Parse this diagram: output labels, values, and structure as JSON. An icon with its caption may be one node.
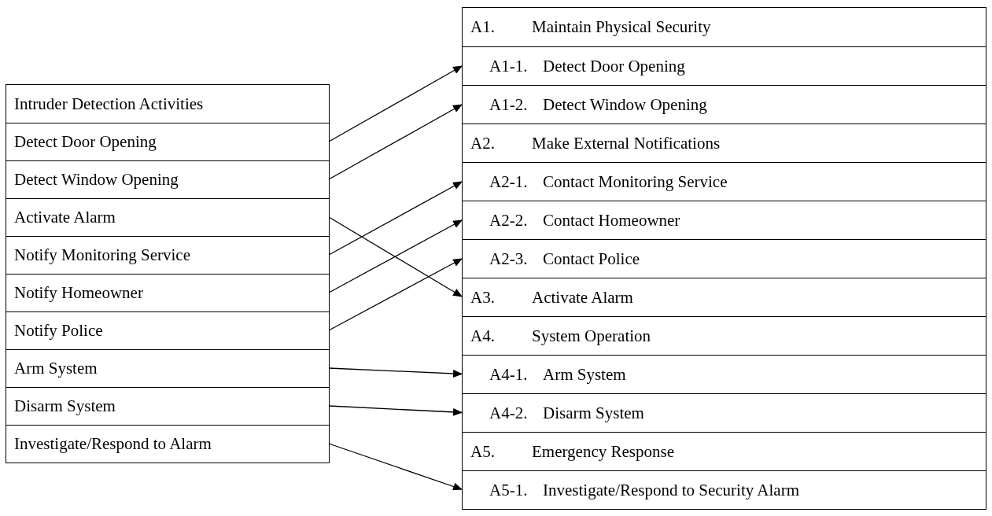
{
  "diagram": {
    "nodes": [
      {
        "text": [
          "Intruder Detection Activities"
        ]
      },
      {
        "text": [
          "Detect Door Opening"
        ]
      },
      {
        "text": [
          "Detect Window Opening"
        ]
      },
      {
        "text": [
          "Activate Alarm"
        ]
      },
      {
        "text": [
          "Notify Monitoring Service"
        ]
      },
      {
        "text": [
          "Notify Homeowner"
        ]
      },
      {
        "text": [
          "Notify Police"
        ]
      },
      {
        "text": [
          "Arm System"
        ]
      },
      {
        "text": [
          "Disarm System"
        ]
      },
      {
        "text": [
          "Investigate/Respond to Alarm"
        ]
      },
      {
        "text": [
          "A1.",
          "Maintain Physical Security"
        ]
      },
      {
        "text": [
          "A1-1.",
          "Detect Door Opening"
        ]
      },
      {
        "text": [
          "A1-2.",
          "Detect Window Opening"
        ]
      },
      {
        "text": [
          "A2.",
          "Make External Notifications"
        ]
      },
      {
        "text": [
          "A2-1.",
          "Contact Monitoring Service"
        ]
      },
      {
        "text": [
          "A2-2.",
          "Contact Homeowner"
        ]
      },
      {
        "text": [
          "A2-3.",
          "Contact Police"
        ]
      },
      {
        "text": [
          "A3.",
          "Activate Alarm"
        ]
      },
      {
        "text": [
          "A4.",
          "System Operation"
        ]
      },
      {
        "text": [
          "A4-1.",
          "Arm System"
        ]
      },
      {
        "text": [
          "A4-2.",
          "Disarm System"
        ]
      },
      {
        "text": [
          "A5.",
          "Emergency Response"
        ]
      },
      {
        "text": [
          "A5-1.",
          "Investigate/Respond to Security Alarm"
        ]
      }
    ],
    "edges": [
      {
        "from": 1,
        "to": 11,
        "arrow": "to"
      },
      {
        "from": 2,
        "to": 12,
        "arrow": "to"
      },
      {
        "from": 3,
        "to": 17,
        "arrow": "to"
      },
      {
        "from": 4,
        "to": 14,
        "arrow": "to"
      },
      {
        "from": 5,
        "to": 15,
        "arrow": "to"
      },
      {
        "from": 6,
        "to": 16,
        "arrow": "to"
      },
      {
        "from": 7,
        "to": 19,
        "arrow": "to"
      },
      {
        "from": 8,
        "to": 20,
        "arrow": "to"
      },
      {
        "from": 9,
        "to": 22,
        "arrow": "to"
      }
    ]
  }
}
